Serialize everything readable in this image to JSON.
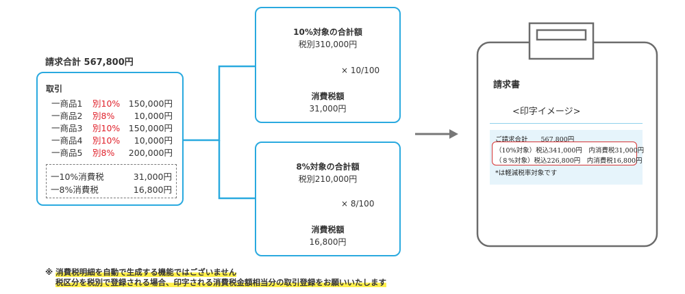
{
  "invoice_total_label": "請求合計 567,800円",
  "left_box": {
    "title": "取引",
    "items": [
      {
        "name": "一商品1",
        "tax": "別10%",
        "amount": "150,000円"
      },
      {
        "name": "一商品2",
        "tax": "別8%",
        "amount": "10,000円"
      },
      {
        "name": "一商品3",
        "tax": "別10%",
        "amount": "150,000円"
      },
      {
        "name": "一商品4",
        "tax": "別10%",
        "amount": "10,000円"
      },
      {
        "name": "一商品5",
        "tax": "別8%",
        "amount": "200,000円"
      }
    ],
    "tax_rows": [
      {
        "label": "一10%消費税",
        "amount": "31,000円"
      },
      {
        "label": "一8%消費税",
        "amount": "16,800円"
      }
    ]
  },
  "box10": {
    "title": "10%対象の合計額",
    "subtotal": "税別310,000円",
    "ratio": "× 10/100",
    "tax_title": "消費税額",
    "tax_value": "31,000円"
  },
  "box8": {
    "title": "8%対象の合計額",
    "subtotal": "税別210,000円",
    "ratio": "× 8/100",
    "tax_title": "消費税額",
    "tax_value": "16,800円"
  },
  "invoice": {
    "title": "請求書",
    "image_label": "<印字イメージ>",
    "lines": [
      "ご請求合計　　567,800円",
      "（10%対象）税込341,000円　内消費税31,000円",
      "（８%対象）税込226,800円　内消費税16,800円",
      "*は軽減税率対象です"
    ]
  },
  "notes": {
    "mark": "※",
    "line1": "消費税明細を自動で生成する機能ではございません",
    "line2": "税区分を税別で登録される場合、印字される消費税金額相当分の取引登録をお願いいたします"
  },
  "colors": {
    "box_border": "#29a9df",
    "red_text": "#e0202a",
    "highlight": "#fff04a",
    "clipboard": "#6b6b6b"
  }
}
